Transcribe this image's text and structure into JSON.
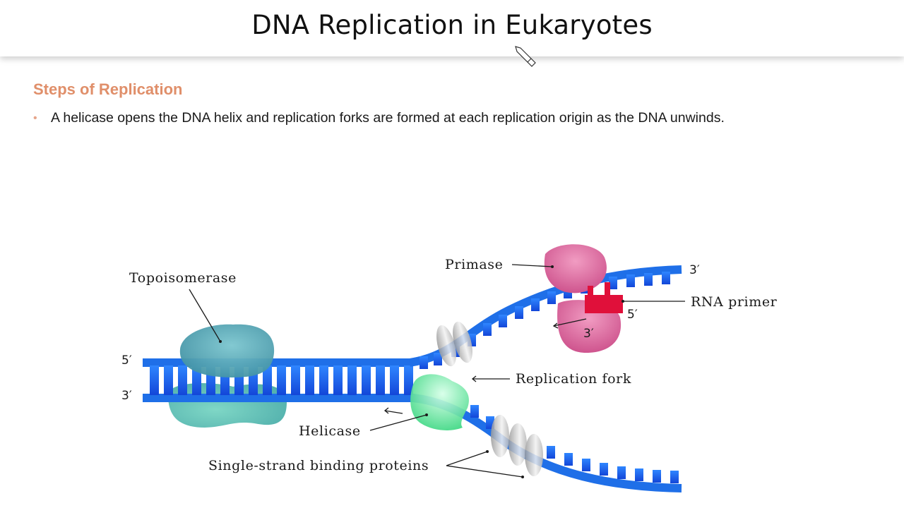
{
  "slide": {
    "title": "DNA Replication in Eukaryotes",
    "section_heading": "Steps of Replication",
    "bullets": [
      "A helicase opens the DNA helix and replication forks are formed at each replication origin as the DNA unwinds."
    ]
  },
  "diagram": {
    "labels": {
      "topoisomerase": "Topoisomerase",
      "primase": "Primase",
      "rna_primer": "RNA primer",
      "replication_fork": "Replication fork",
      "helicase": "Helicase",
      "ssb": "Single-strand binding proteins"
    },
    "strand_ends": {
      "left_top": "5′",
      "left_bottom": "3′",
      "upper_right": "3′",
      "primer_5": "5′",
      "primer_3": "3′"
    },
    "colors": {
      "dna_blue": "#1f6fe8",
      "topoisomerase": "#3f93a6",
      "primase": "#d95b97",
      "rna_primer": "#e0103a",
      "helicase": "#3ee08a",
      "ssb": "#bdbdbd",
      "heading_accent": "#e08f6a"
    }
  }
}
